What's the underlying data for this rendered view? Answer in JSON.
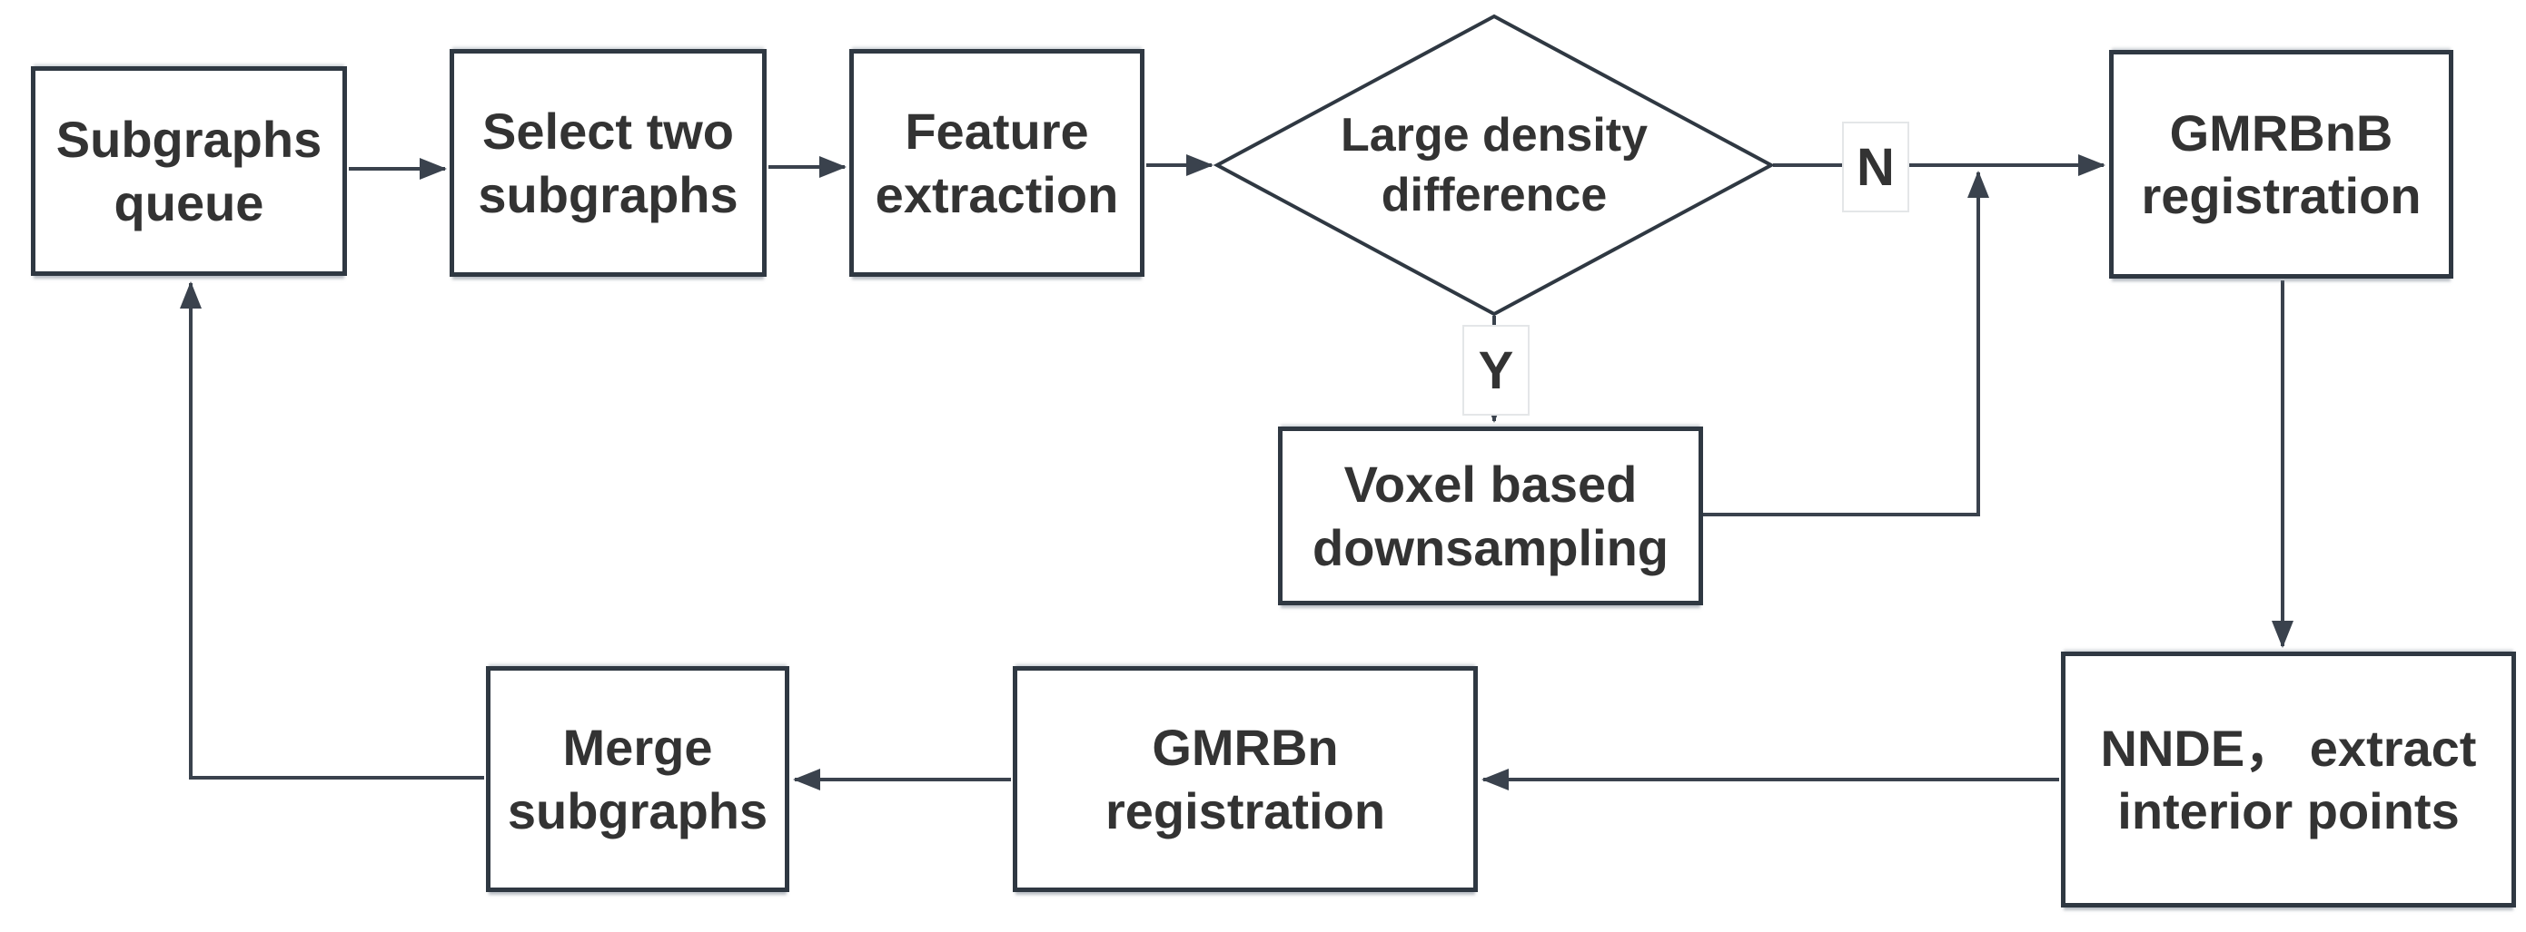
{
  "diagram": {
    "type": "flowchart",
    "nodes": {
      "subgraphs_queue": {
        "label": "Subgraphs queue",
        "shape": "process"
      },
      "select_two": {
        "label": "Select two subgraphs",
        "shape": "process"
      },
      "feature_extraction": {
        "label": "Feature extraction",
        "shape": "process"
      },
      "density_decision": {
        "label": "Large density difference",
        "shape": "decision"
      },
      "gmrbnb": {
        "label": "GMRBnB registration",
        "shape": "process"
      },
      "voxel": {
        "label": "Voxel based downsampling",
        "shape": "process"
      },
      "nnde": {
        "label": "NNDE， extract interior points",
        "shape": "process"
      },
      "gmrbn": {
        "label": "GMRBn registration",
        "shape": "process"
      },
      "merge": {
        "label": "Merge subgraphs",
        "shape": "process"
      }
    },
    "branch_labels": {
      "no": "N",
      "yes": "Y"
    },
    "edges": [
      {
        "from": "Subgraphs queue",
        "to": "Select two subgraphs"
      },
      {
        "from": "Select two subgraphs",
        "to": "Feature extraction"
      },
      {
        "from": "Feature extraction",
        "to": "Large density difference"
      },
      {
        "from": "Large density difference",
        "to": "GMRBnB registration",
        "label": "N"
      },
      {
        "from": "Large density difference",
        "to": "Voxel based downsampling",
        "label": "Y"
      },
      {
        "from": "Voxel based downsampling",
        "to": "GMRBnB registration"
      },
      {
        "from": "GMRBnB registration",
        "to": "NNDE， extract interior points"
      },
      {
        "from": "NNDE， extract interior points",
        "to": "GMRBn registration"
      },
      {
        "from": "GMRBn registration",
        "to": "Merge subgraphs"
      },
      {
        "from": "Merge subgraphs",
        "to": "Subgraphs queue"
      }
    ],
    "colors": {
      "border": "#2f3842",
      "line": "#3a424d",
      "text": "#333333",
      "background": "#ffffff"
    }
  }
}
